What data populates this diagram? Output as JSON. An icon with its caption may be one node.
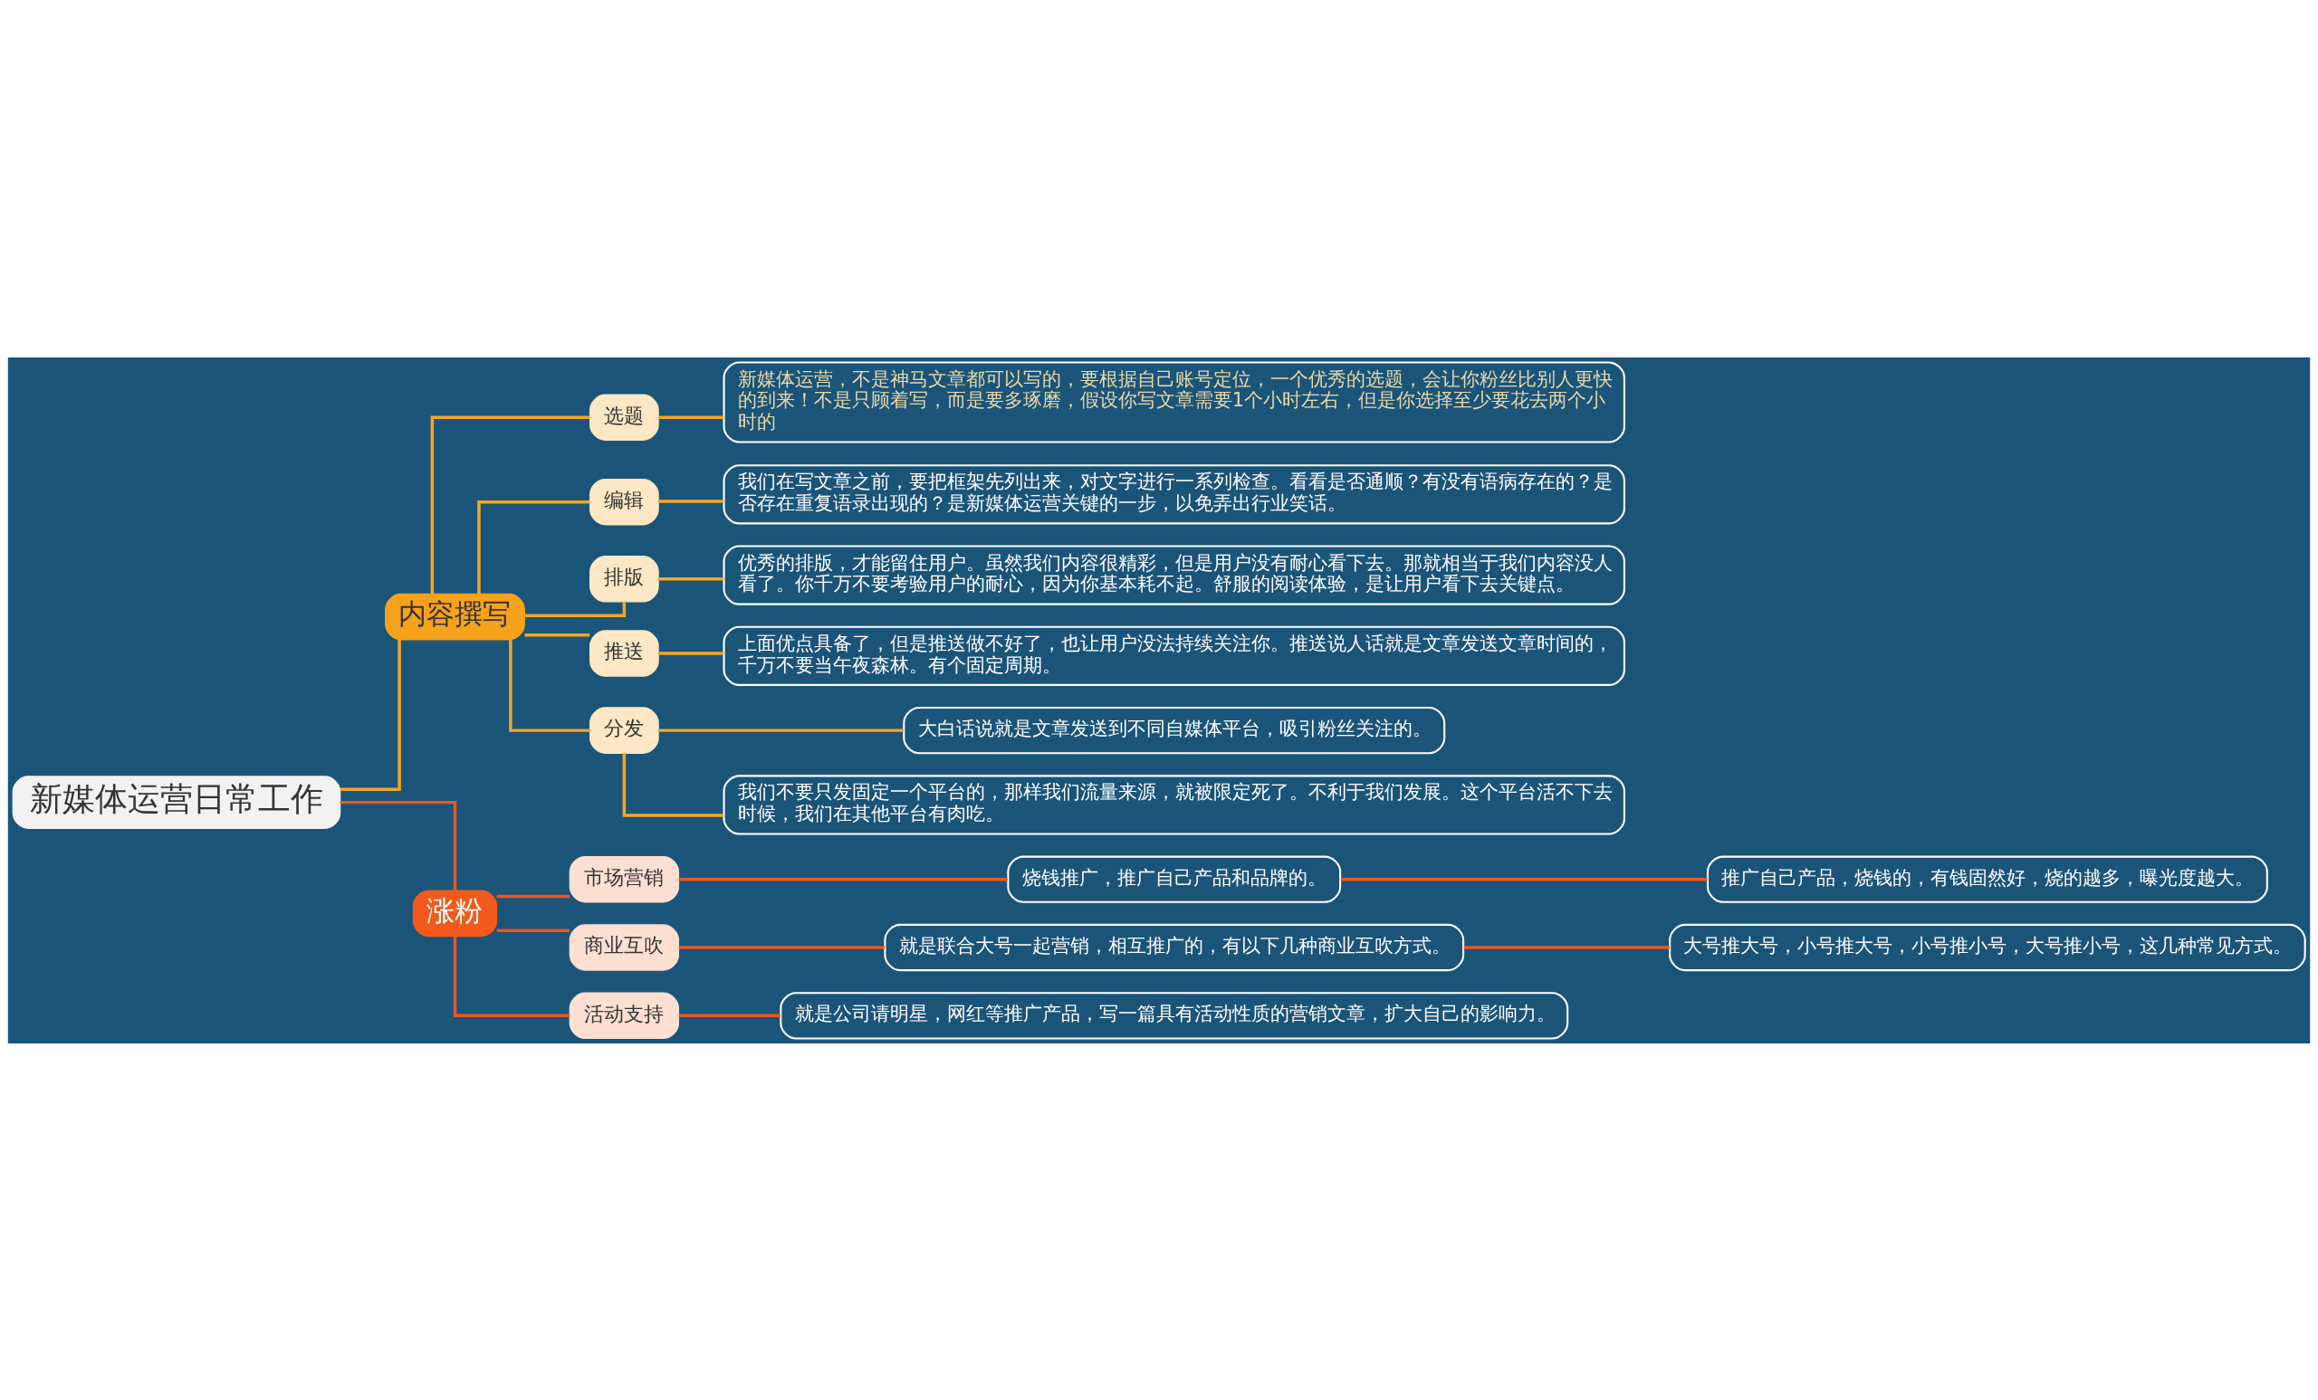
{
  "diagram": {
    "nodes": [
      {
        "text": [
          "新媒体运营日常工作"
        ]
      },
      {
        "text": [
          "内容撰写"
        ]
      },
      {
        "text": [
          "选题"
        ]
      },
      {
        "text": [
          "新媒体运营，不是神马文章都可以写的，要根据自己账号定位，一个优秀的选题，会让你粉丝比别人更快的到来！不是只顾着写，而是要多琢磨，假设你写文章需要1个小时左右，但是你选择至少要花去两个小时的"
        ]
      },
      {
        "text": [
          "编辑"
        ]
      },
      {
        "text": [
          "我们在写文章之前，要把框架先列出来，对文字进行一系列检查。看看是否通顺？有没有语病存在的？是否存在重复语录出现的？是新媒体运营关键的一步，以免弄出行业笑话。"
        ]
      },
      {
        "text": [
          "排版"
        ]
      },
      {
        "text": [
          "优秀的排版，才能留住用户。虽然我们内容很精彩，但是用户没有耐心看下去。那就相当于我们内容没人看了。你千万不要考验用户的耐心，因为你基本耗不起。舒服的阅读体验，是让用户看下去关键点。"
        ]
      },
      {
        "text": [
          "推送"
        ]
      },
      {
        "text": [
          "上面优点具备了，但是推送做不好了，也让用户没法持续关注你。推送说人话就是文章发送文章时间的，千万不要当午夜森林。有个固定周期。"
        ]
      },
      {
        "text": [
          "分发"
        ]
      },
      {
        "text": [
          "大白话说就是文章发送到不同自媒体平台，吸引粉丝关注的。"
        ]
      },
      {
        "text": [
          "我们不要只发固定一个平台的，那样我们流量来源，就被限定死了。不利于我们发展。这个平台活不下去时候，我们在其他平台有肉吃。"
        ]
      },
      {
        "text": [
          "涨粉"
        ]
      },
      {
        "text": [
          "市场营销"
        ]
      },
      {
        "text": [
          "烧钱推广，推广自己产品和品牌的。"
        ]
      },
      {
        "text": [
          "推广自己产品，烧钱的，有钱固然好，烧的越多，曝光度越大。"
        ]
      },
      {
        "text": [
          "商业互吹"
        ]
      },
      {
        "text": [
          "就是联合大号一起营销，相互推广的，有以下几种商业互吹方式。"
        ]
      },
      {
        "text": [
          "大号推大号，小号推大号，小号推小号，大号推小号，这几种常见方式。"
        ]
      },
      {
        "text": [
          "活动支持"
        ]
      },
      {
        "text": [
          "就是公司请明星，网红等推广产品，写一篇具有活动性质的营销文章，扩大自己的影响力。"
        ]
      }
    ],
    "edges": [
      {
        "from": 0,
        "to": 1,
        "arrow": "none"
      },
      {
        "from": 1,
        "to": 2,
        "arrow": "none"
      },
      {
        "from": 2,
        "to": 3,
        "arrow": "none"
      },
      {
        "from": 1,
        "to": 4,
        "arrow": "none"
      },
      {
        "from": 4,
        "to": 5,
        "arrow": "none"
      },
      {
        "from": 1,
        "to": 6,
        "arrow": "none"
      },
      {
        "from": 6,
        "to": 7,
        "arrow": "none"
      },
      {
        "from": 1,
        "to": 8,
        "arrow": "none"
      },
      {
        "from": 8,
        "to": 9,
        "arrow": "none"
      },
      {
        "from": 1,
        "to": 10,
        "arrow": "none"
      },
      {
        "from": 10,
        "to": 11,
        "arrow": "none"
      },
      {
        "from": 10,
        "to": 12,
        "arrow": "none"
      },
      {
        "from": 0,
        "to": 13,
        "arrow": "none",
        "color": "#f0561d"
      },
      {
        "from": 13,
        "to": 14,
        "arrow": "none",
        "color": "#f0561d"
      },
      {
        "from": 14,
        "to": 15,
        "arrow": "none",
        "color": "#f0561d"
      },
      {
        "from": 15,
        "to": 16,
        "arrow": "none",
        "color": "#f0561d"
      },
      {
        "from": 13,
        "to": 17,
        "arrow": "none",
        "color": "#f0561d"
      },
      {
        "from": 17,
        "to": 18,
        "arrow": "none",
        "color": "#f0561d"
      },
      {
        "from": 18,
        "to": 19,
        "arrow": "none",
        "color": "#f0561d"
      },
      {
        "from": 13,
        "to": 20,
        "arrow": "none",
        "color": "#f0561d"
      },
      {
        "from": 20,
        "to": 21,
        "arrow": "none",
        "color": "#f0561d"
      }
    ]
  }
}
